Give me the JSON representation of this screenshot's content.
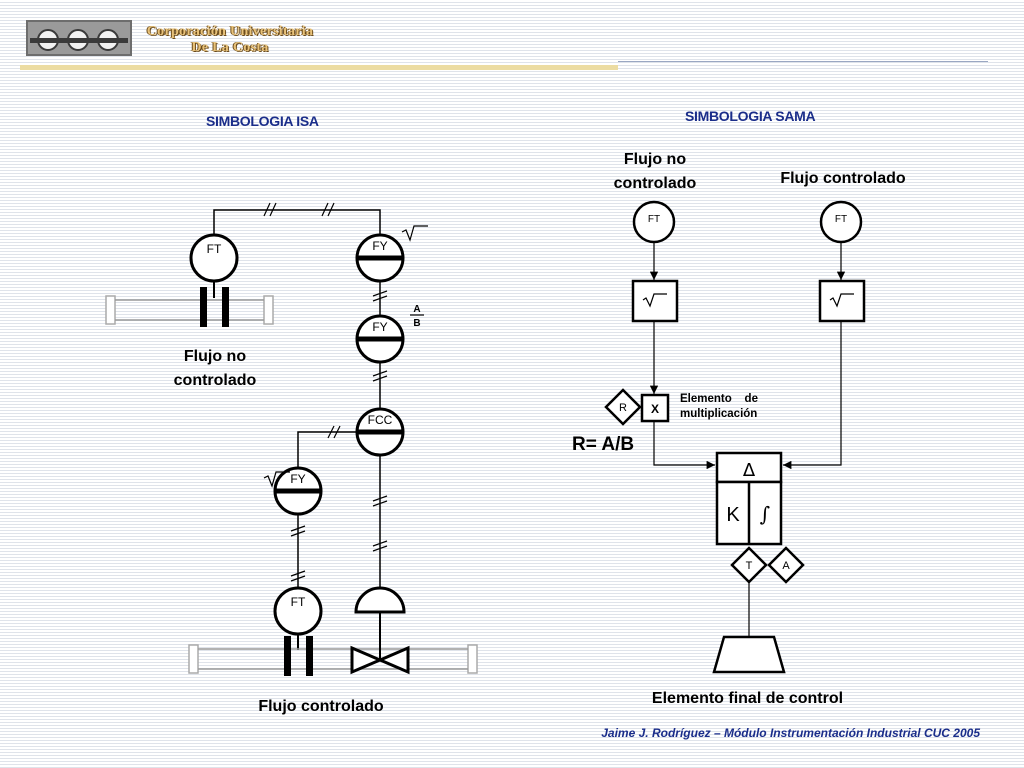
{
  "header": {
    "brand_line1": "Corporación Universitaria",
    "brand_line2": "De La Costa"
  },
  "titles": {
    "isa": "SIMBOLOGIA ISA",
    "sama": "SIMBOLOGIA SAMA"
  },
  "isa": {
    "flujo_no_controlado_line1": "Flujo  no",
    "flujo_no_controlado_line2": "controlado",
    "flujo_controlado": "Flujo controlado",
    "instruments": {
      "ft_top": "FT",
      "fy_sqrt": "FY",
      "fy_div": "FY",
      "fcc": "FCC",
      "fy_left": "FY",
      "ft_bottom": "FT"
    },
    "div_a": "A",
    "div_b": "B"
  },
  "sama": {
    "flujo_no_controlado_line1": "Flujo no",
    "flujo_no_controlado_line2": "controlado",
    "flujo_controlado": "Flujo controlado",
    "ft_left": "FT",
    "ft_right": "FT",
    "r_label": "R",
    "x_label": "X",
    "elemento_line1": "Elemento    de",
    "elemento_line2": "multiplicación",
    "ratio": "R= A/B",
    "delta": "Δ",
    "k": "K",
    "integral": "∫",
    "t": "T",
    "a": "A",
    "elemento_final": "Elemento final de control"
  },
  "footer": {
    "text": "Jaime J. Rodríguez – Módulo Instrumentación Industrial  CUC 2005"
  }
}
